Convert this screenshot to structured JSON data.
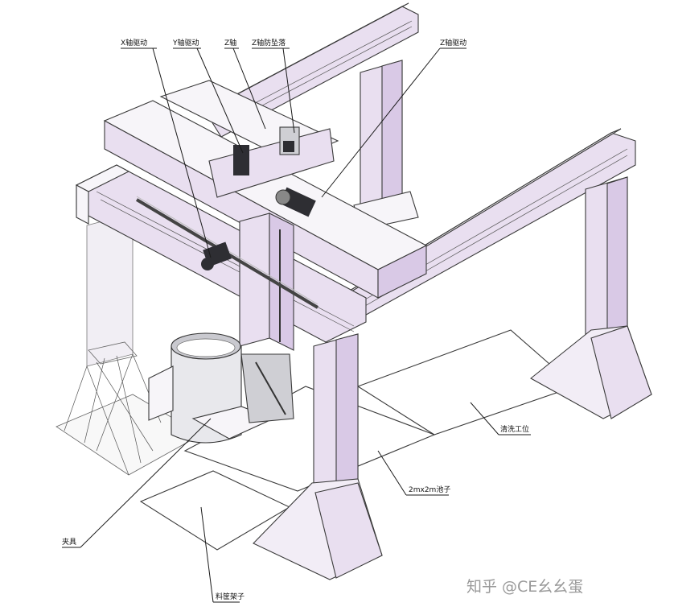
{
  "labels": {
    "x_drive": "X轴驱动",
    "y_drive": "Y轴驱动",
    "z_axis": "Z轴",
    "z_antifall": "Z轴防坠落",
    "z_drive_right": "Z轴驱动",
    "fixture": "夹具",
    "material_rack": "料筐架子",
    "pool": "2mx2m池子",
    "cleaning_station": "清洗工位"
  },
  "watermark": "知乎 @CE幺幺蛋"
}
